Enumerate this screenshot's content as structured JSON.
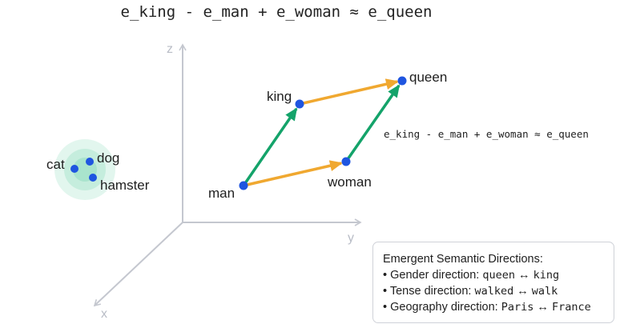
{
  "title": "e_king - e_man + e_woman ≈ e_queen",
  "axes": {
    "x_label": "x",
    "y_label": "y",
    "z_label": "z"
  },
  "points": {
    "man": "man",
    "king": "king",
    "woman": "woman",
    "queen": "queen",
    "cat": "cat",
    "dog": "dog",
    "hamster": "hamster"
  },
  "annotation": "e_king - e_man + e_woman ≈ e_queen",
  "colors": {
    "point": "#1f55e0",
    "gender_arrow": "#14a36a",
    "royalty_arrow": "#f0a830",
    "axis": "#c4c7cf",
    "cluster": "#2fbf86"
  },
  "legend": {
    "title": "Emergent Semantic Directions:",
    "items": [
      {
        "bullet": "•",
        "label": "Gender direction: ",
        "a": "queen",
        "arrow": "↔",
        "b": "king"
      },
      {
        "bullet": "•",
        "label": "Tense direction: ",
        "a": "walked",
        "arrow": "↔",
        "b": "walk"
      },
      {
        "bullet": "•",
        "label": "Geography direction: ",
        "a": "Paris",
        "arrow": "↔",
        "b": "France"
      }
    ]
  }
}
